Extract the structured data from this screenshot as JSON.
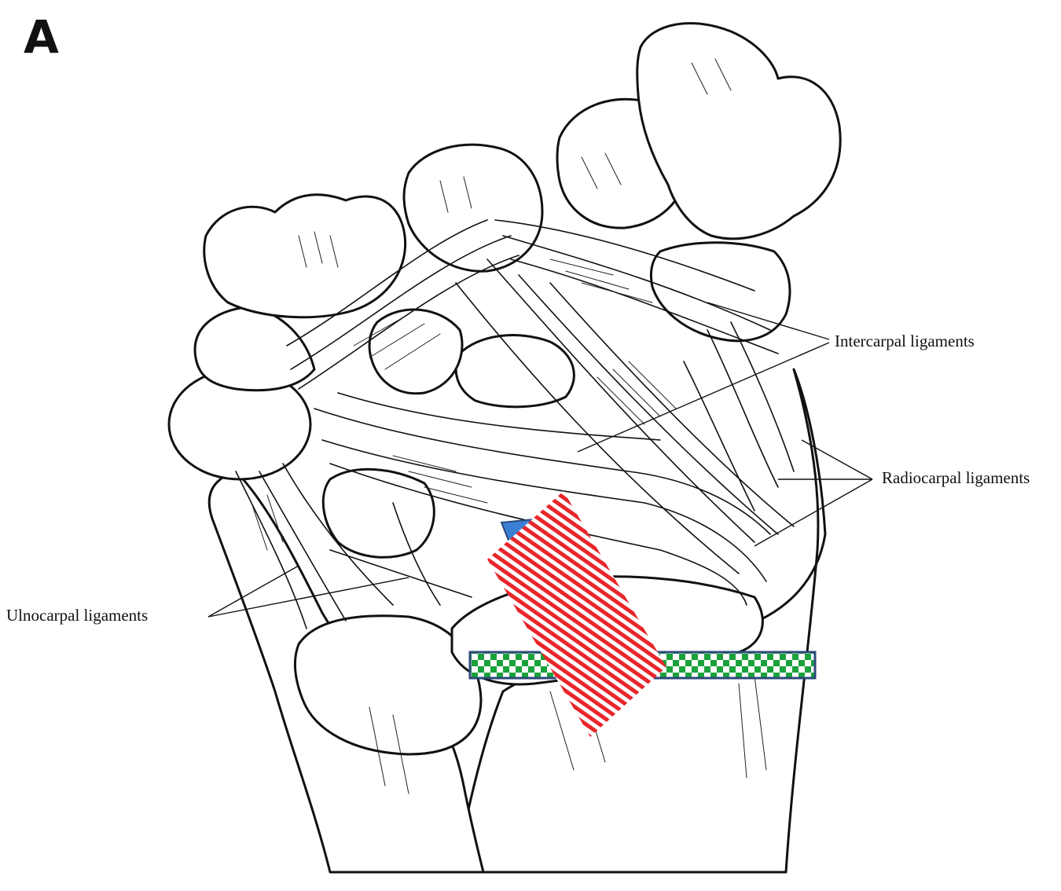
{
  "panel_letter": "A",
  "labels": {
    "intercarpal": "Intercarpal ligaments",
    "radiocarpal": "Radiocarpal ligaments",
    "ulnocarpal": "Ulnocarpal ligaments"
  },
  "overlays": {
    "red_hatch_color": "#e8262b",
    "green_check_color": "#1aa23a",
    "outline_color": "#2c4a7a"
  }
}
